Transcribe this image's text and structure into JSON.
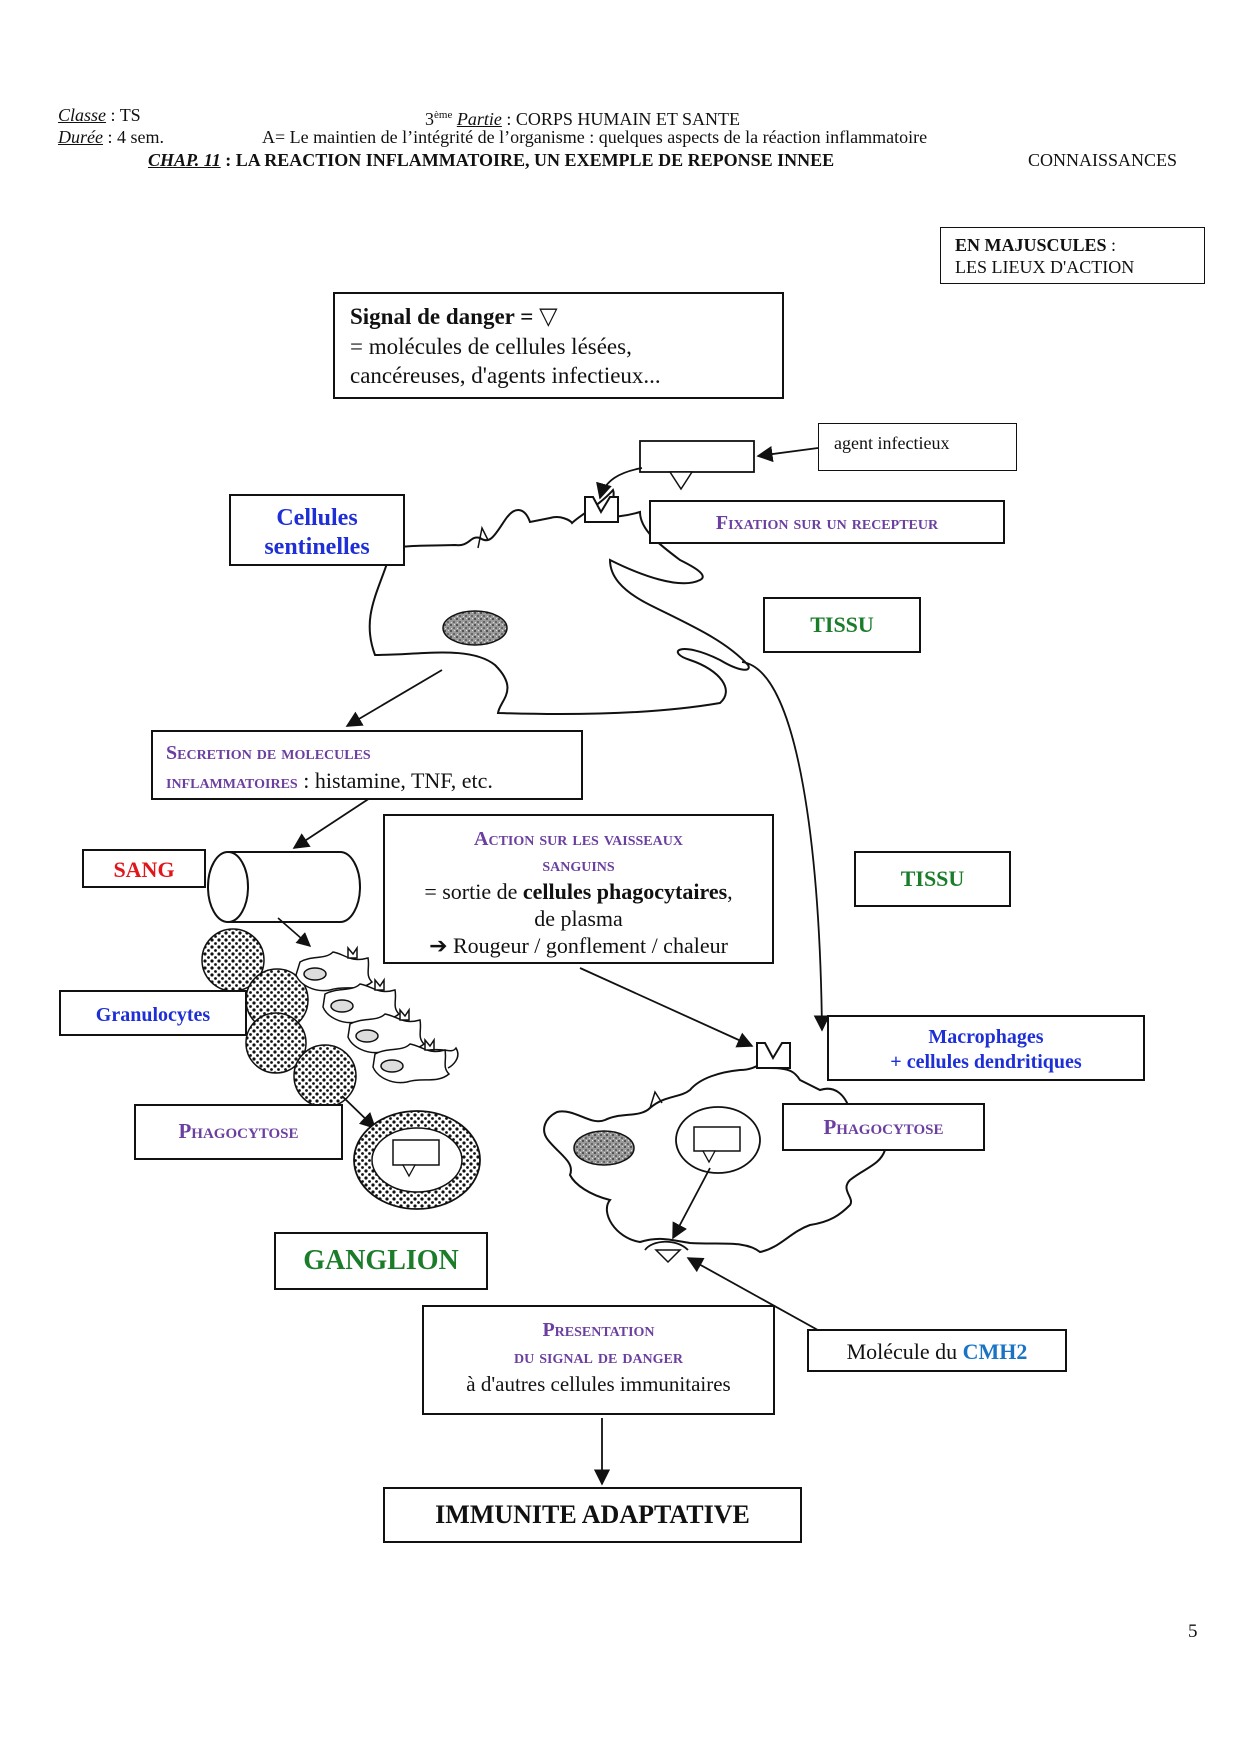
{
  "header": {
    "classe_label": "Classe",
    "classe_value": " : TS",
    "duree_label": "Durée",
    "duree_value": " : 4 sem.",
    "partie_num": "3",
    "partie_sup": "ème",
    "partie_label": "Partie",
    "partie_value": " : CORPS HUMAIN ET SANTE",
    "subtitle": "A= Le maintien de l’intégrité de l’organisme : quelques aspects de la réaction inflammatoire",
    "chap_label": "CHAP. 11",
    "chap_title": " : LA REACTION INFLAMMATOIRE, UN EXEMPLE DE REPONSE INNEE",
    "connaissances": "CONNAISSANCES"
  },
  "legend": {
    "bold": "EN MAJUSCULES",
    "colon": " :",
    "line2": "LES LIEUX D'ACTION"
  },
  "signal": {
    "title": "Signal de danger = ",
    "symbol": "▽",
    "line2": "= molécules de cellules lésées,",
    "line3": "cancéreuses, d'agents infectieux..."
  },
  "agent": "agent infectieux",
  "fixation": "Fixation sur un recepteur",
  "sentinelles": {
    "line1": "Cellules",
    "line2": "sentinelles"
  },
  "tissu1": "TISSU",
  "tissu2": "TISSU",
  "secretion": {
    "line1": "Secretion de molecules",
    "line2": "inflammatoires",
    "rest": " : histamine, TNF, etc."
  },
  "sang": "SANG",
  "action": {
    "line1": "Action sur les vaisseaux",
    "line2": "sanguins",
    "line3_pre": "= sortie de ",
    "line3_bold": "cellules phagocytaires",
    "line3_post": ",",
    "line4": "de plasma",
    "arrow": "➔",
    "line5": " Rougeur / gonflement / chaleur"
  },
  "granulocytes": "Granulocytes",
  "macrophages": {
    "line1": "Macrophages",
    "line2": "+ cellules dendritiques"
  },
  "phagocytose_left": "Phagocytose",
  "phagocytose_right": "Phagocytose",
  "ganglion": "GANGLION",
  "presentation": {
    "line1": "Presentation",
    "line2": "du signal de danger",
    "line3": "à d'autres cellules immunitaires"
  },
  "cmh": {
    "pre": "Molécule du ",
    "bold": "CMH2"
  },
  "immunite": "IMMUNITE ADAPTATIVE",
  "page_number": "5",
  "colors": {
    "purple": "#6b3fa0",
    "blue": "#1f2fd6",
    "green": "#1b7d2a",
    "red": "#e0161b",
    "light_blue": "#1a74c4"
  }
}
